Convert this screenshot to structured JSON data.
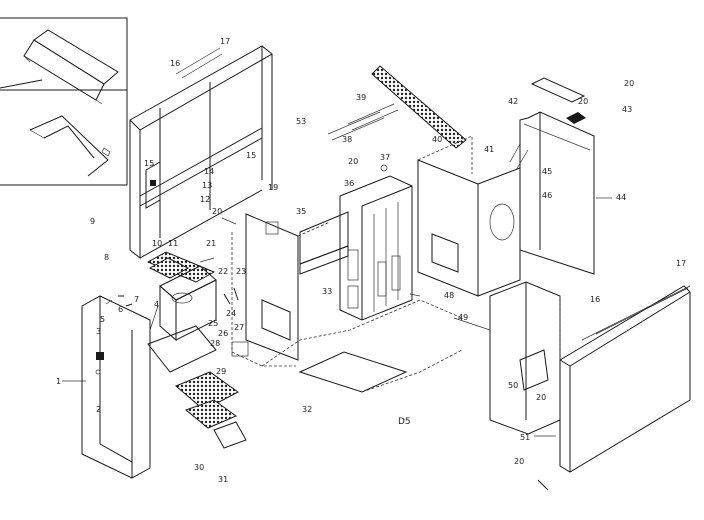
{
  "diagram": {
    "code": "D5",
    "labels": {
      "l1": "1",
      "l2": "2",
      "l3": "3",
      "l4": "4",
      "l5": "5",
      "l6": "6",
      "l7": "7",
      "l8": "8",
      "l9": "9",
      "l10": "10",
      "l11": "11",
      "l12": "12",
      "l13": "13",
      "l14": "14",
      "l15a": "15",
      "l15b": "15",
      "l16a": "16",
      "l16b": "16",
      "l17a": "17",
      "l17b": "17",
      "l19": "19",
      "l20a": "20",
      "l20b": "20",
      "l20c": "20",
      "l20d": "20",
      "l20e": "20",
      "l20f": "20",
      "l21": "21",
      "l22": "22",
      "l23": "23",
      "l24": "24",
      "l25": "25",
      "l26": "26",
      "l27": "27",
      "l28": "28",
      "l29": "29",
      "l30": "30",
      "l31": "31",
      "l32": "32",
      "l33": "33",
      "l35": "35",
      "l36": "36",
      "l37": "37",
      "l38": "38",
      "l39": "39",
      "l40": "40",
      "l41": "41",
      "l42": "42",
      "l43": "43",
      "l44": "44",
      "l45": "45",
      "l46": "46",
      "l48": "48",
      "l49": "49",
      "l50": "50",
      "l51": "51",
      "l53": "53"
    }
  }
}
